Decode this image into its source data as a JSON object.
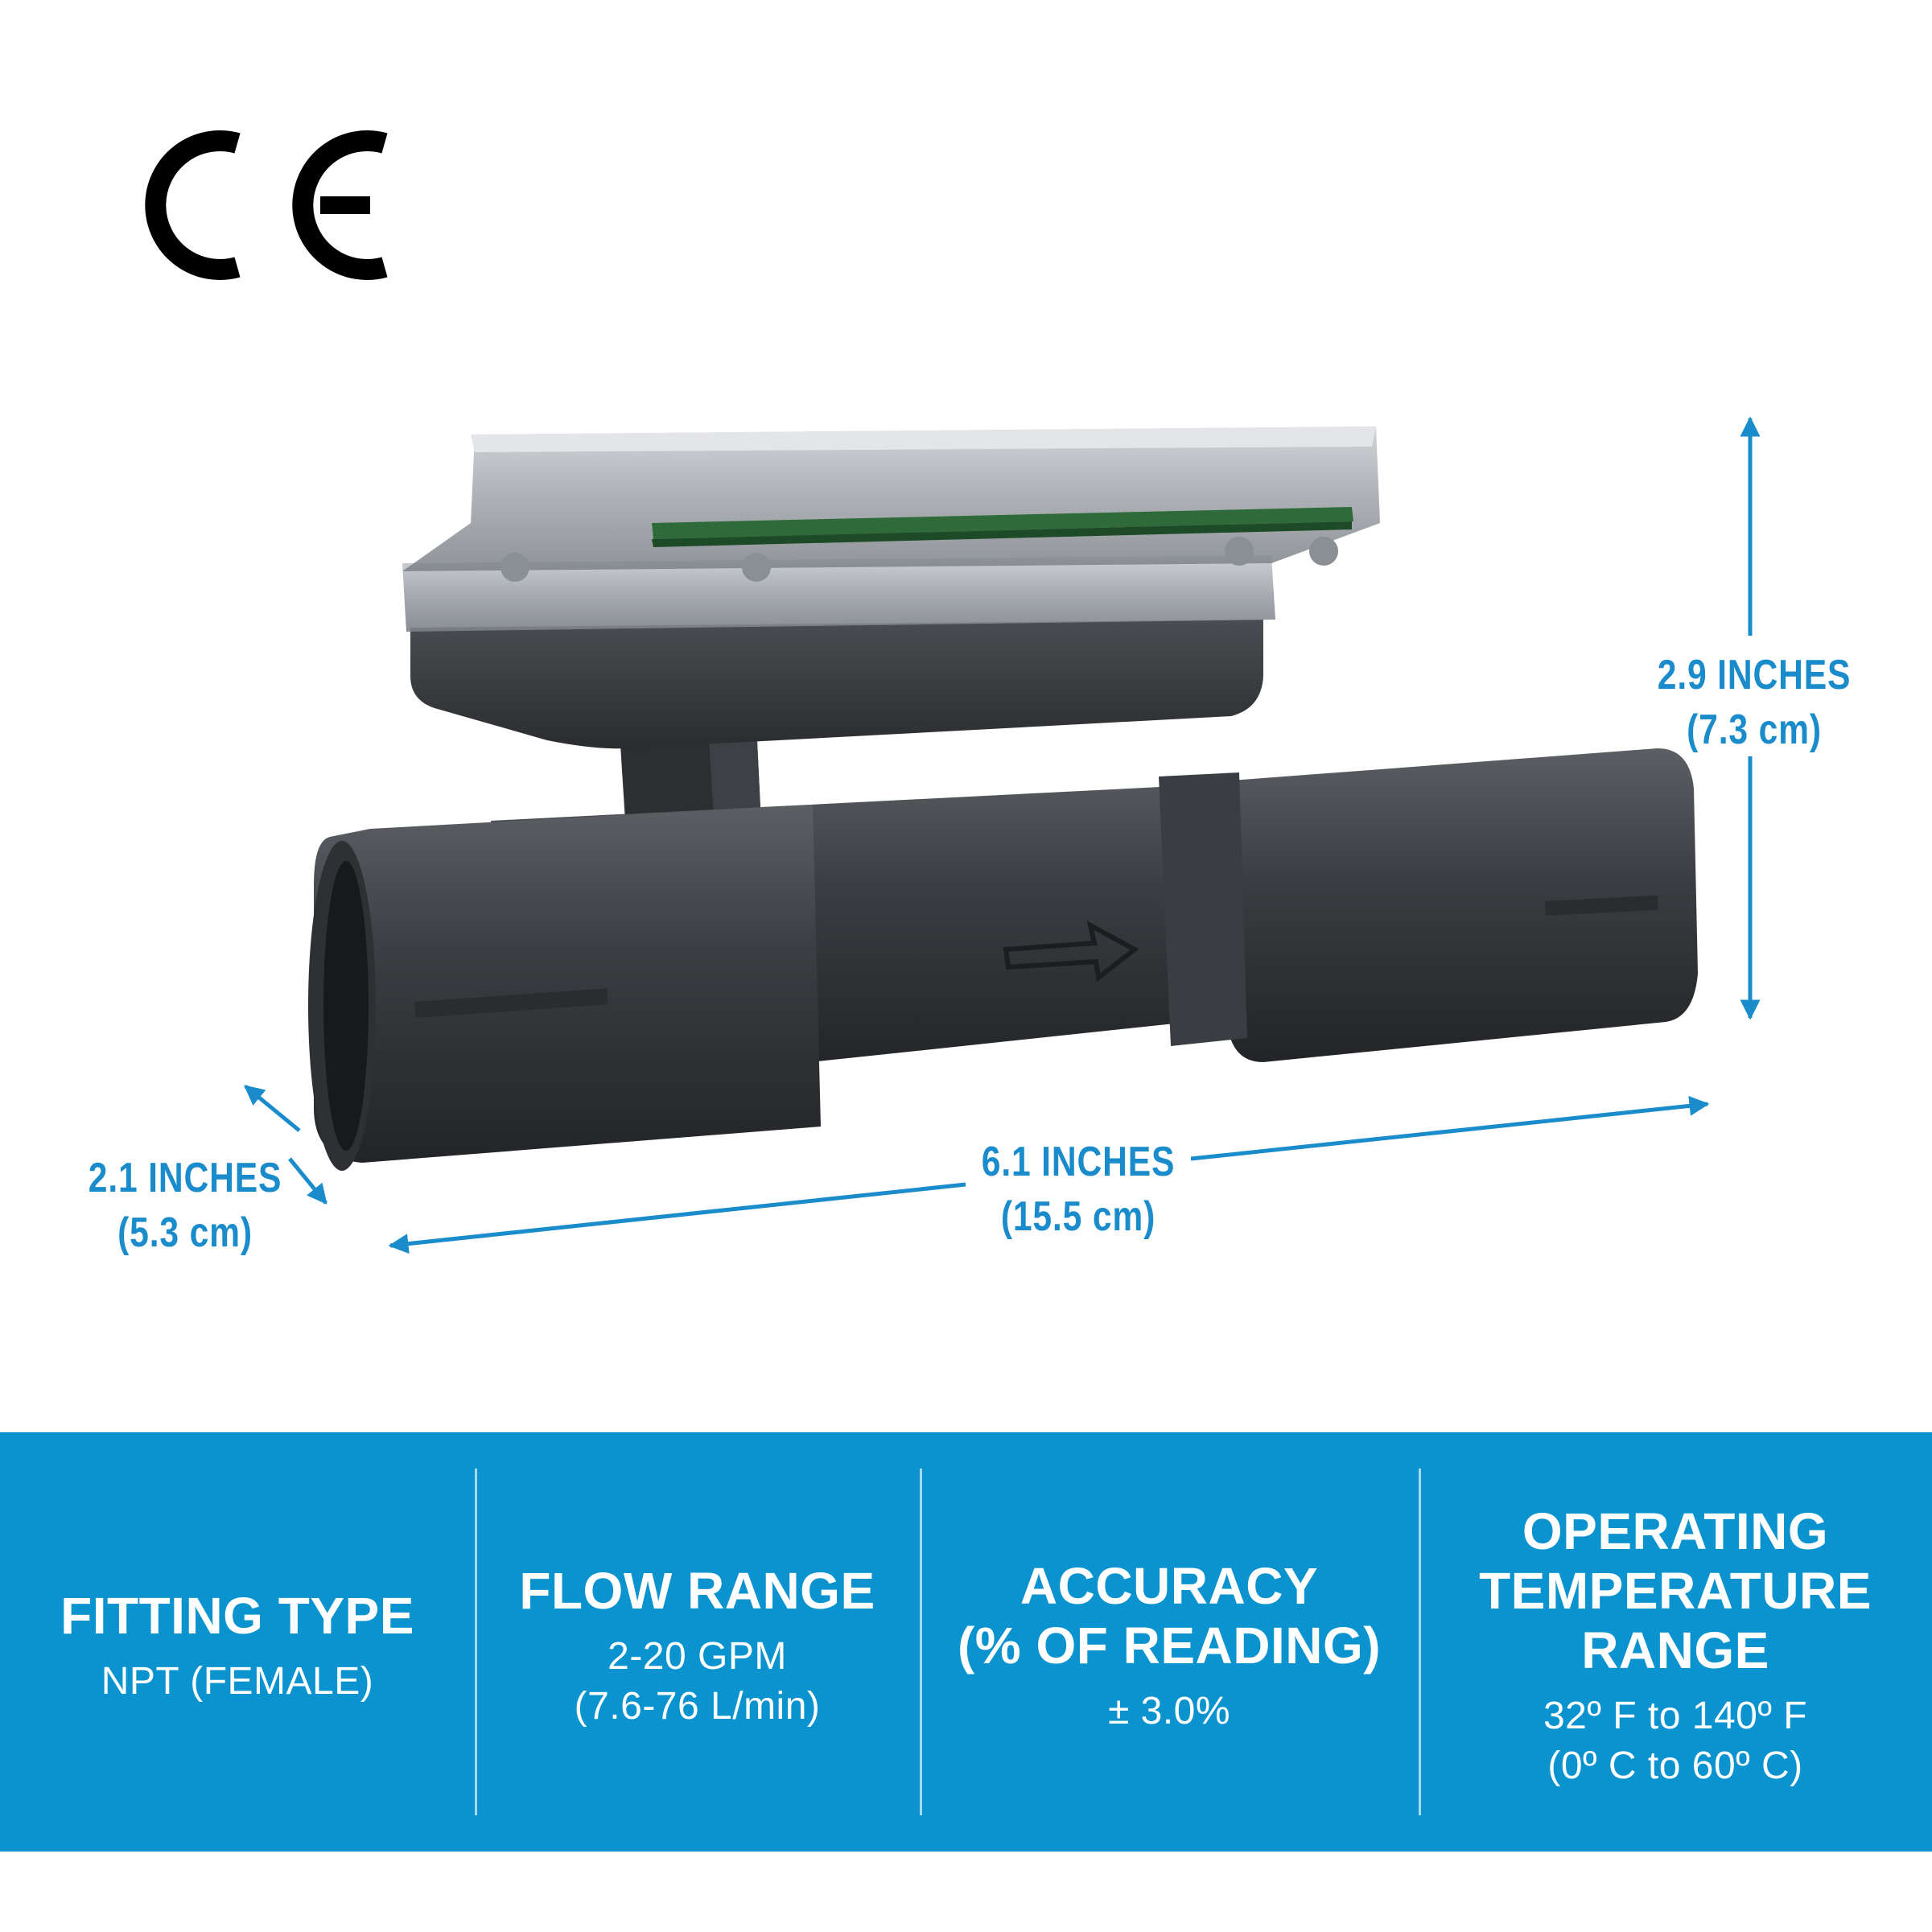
{
  "logo": {
    "name": "ce-mark-logo",
    "text": "CE"
  },
  "dimensions": {
    "height": {
      "line1": "2.9 INCHES",
      "line2": "(7.3 cm)"
    },
    "length": {
      "line1": "6.1 INCHES",
      "line2": "(15.5 cm)"
    },
    "width": {
      "line1": "2.1 INCHES",
      "line2": "(5.3 cm)"
    }
  },
  "specs": [
    {
      "title_lines": [
        "FITTING TYPE"
      ],
      "value_lines": [
        "NPT (FEMALE)"
      ]
    },
    {
      "title_lines": [
        "FLOW RANGE"
      ],
      "value_lines": [
        "2-20 GPM",
        "(7.6-76 L/min)"
      ]
    },
    {
      "title_lines": [
        "ACCURACY",
        "(% OF READING)"
      ],
      "value_lines": [
        "± 3.0%"
      ]
    },
    {
      "title_lines": [
        "OPERATING",
        "TEMPERATURE",
        "RANGE"
      ],
      "value_lines": [
        "32º F to 140º F",
        "(0º C to 60º C)"
      ]
    }
  ],
  "colors": {
    "accent": "#1a8ccc",
    "band": "#0a93cf",
    "text_on_band": "#ffffff"
  }
}
